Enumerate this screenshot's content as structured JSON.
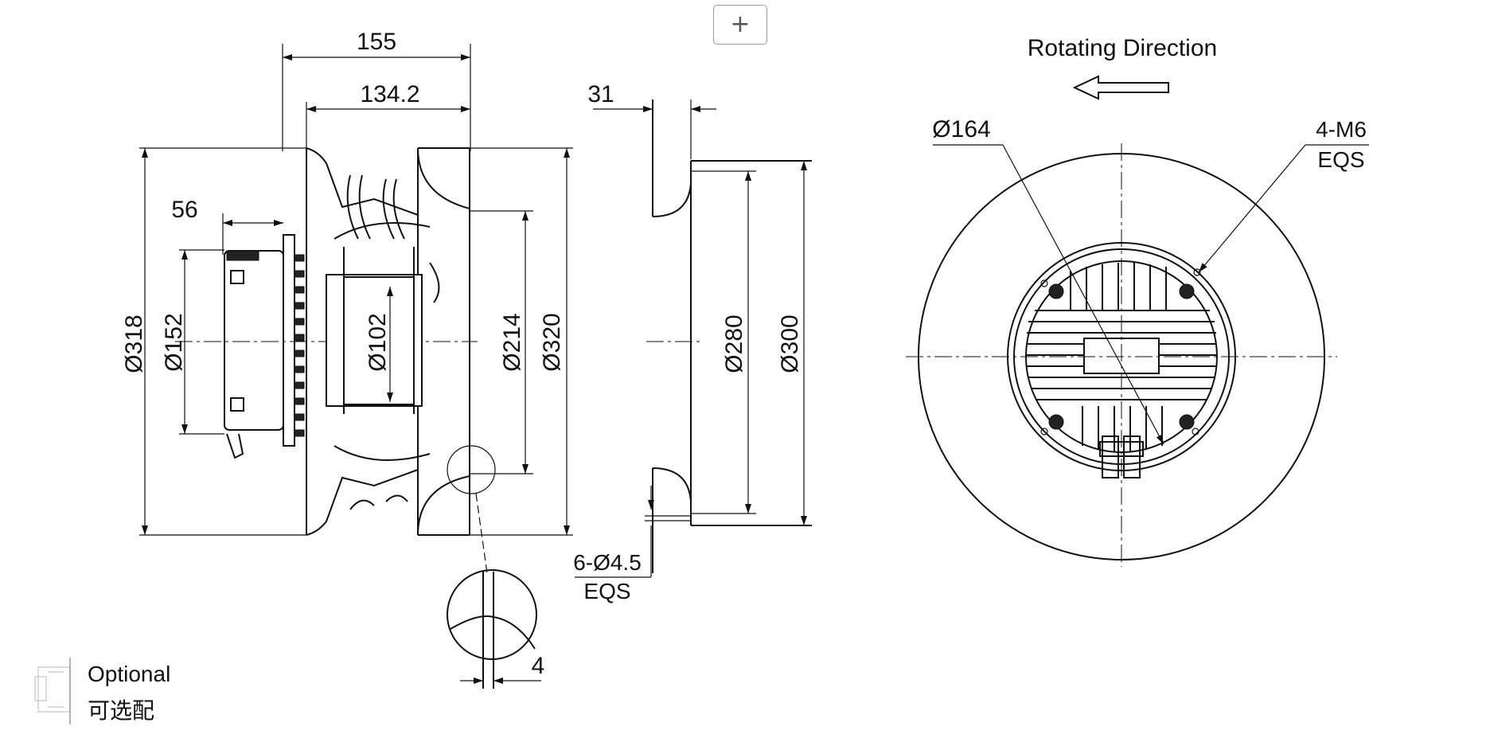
{
  "toolbar": {
    "zoom_button": {
      "label": "+"
    }
  },
  "side_view": {
    "dims": {
      "overall_depth": "155",
      "impeller_depth": "134.2",
      "motor_offset": "56",
      "diameter_318": "Ø318",
      "diameter_152": "Ø152",
      "diameter_102": "Ø102",
      "diameter_214": "Ø214",
      "diameter_320": "Ø320"
    }
  },
  "inlet_ring": {
    "dims": {
      "ring_depth": "31",
      "diameter_280": "Ø280",
      "diameter_300": "Ø300"
    },
    "holes_line1": "6-Ø4.5",
    "holes_line2": "EQS"
  },
  "detail": {
    "gap": "4"
  },
  "front_view": {
    "rotation_label": "Rotating Direction",
    "diameter_164": "Ø164",
    "thread_line1": "4-M6",
    "thread_line2": "EQS"
  },
  "legend": {
    "label_en": "Optional",
    "label_cn": "可选配"
  }
}
